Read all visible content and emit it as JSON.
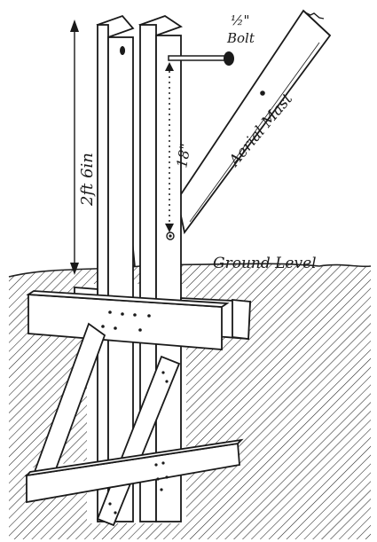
{
  "labels": {
    "bolt_size": "½\"",
    "bolt": "Bolt",
    "aerial_mast": "Aerial Mast",
    "height": "2ft 6in",
    "spacing": "18\"",
    "ground_level": "Ground Level"
  }
}
